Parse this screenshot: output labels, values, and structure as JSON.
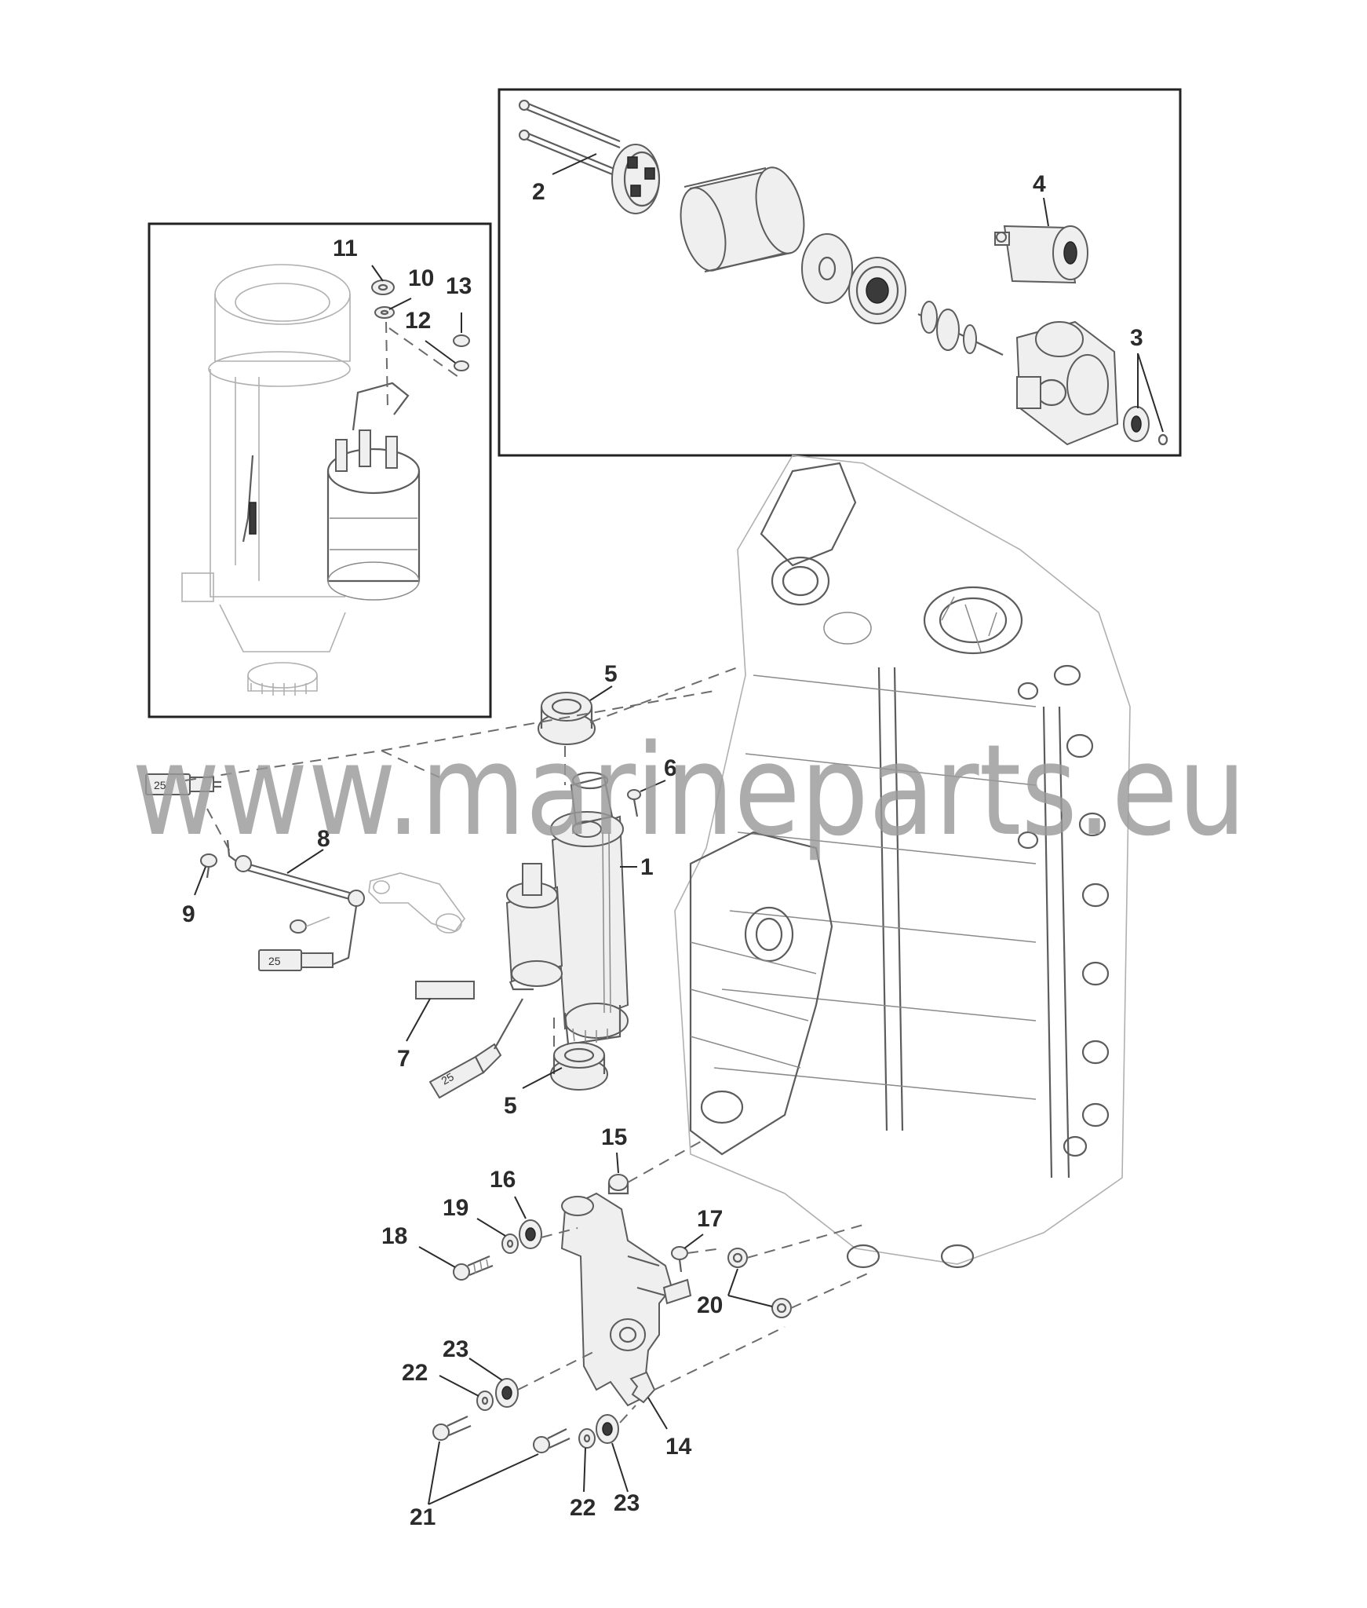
{
  "watermark": "www.marineparts.eu",
  "callouts": {
    "c1": "1",
    "c2": "2",
    "c3": "3",
    "c4": "4",
    "c5a": "5",
    "c5b": "5",
    "c6": "6",
    "c7": "7",
    "c8": "8",
    "c9": "9",
    "c10": "10",
    "c11": "11",
    "c12": "12",
    "c13": "13",
    "c14": "14",
    "c15": "15",
    "c16": "16",
    "c17": "17",
    "c18": "18",
    "c19": "19",
    "c20": "20",
    "c21": "21",
    "c22a": "22",
    "c22b": "22",
    "c23a": "23",
    "c23b": "23"
  },
  "tube_labels": {
    "t1": "25",
    "t2": "25",
    "t3": "25"
  }
}
